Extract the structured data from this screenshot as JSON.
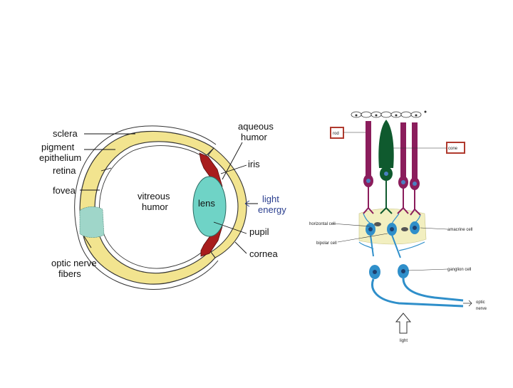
{
  "eye_diagram": {
    "labels": {
      "sclera": "sclera",
      "pigment": "pigment",
      "epithelium": "epithelium",
      "retina": "retina",
      "fovea": "fovea",
      "optic_nerve": "optic nerve",
      "fibers": "fibers",
      "vitreous": "vitreous",
      "humor": "humor",
      "lens": "lens",
      "aqueous": "aqueous",
      "aqueous_humor": "humor",
      "iris": "iris",
      "light": "light",
      "energy": "energy",
      "pupil": "pupil",
      "cornea": "cornea"
    },
    "colors": {
      "sclera": "#f2e48f",
      "sclera_outline": "#333333",
      "lens": "#6fd3c6",
      "iris": "#a81d1d",
      "optic_nerve": "#9fd6c9",
      "light_label": "#2b3f8f"
    }
  },
  "retina_diagram": {
    "labels": {
      "rod": "rod",
      "cone": "cone",
      "horizontal_cell": "horizontal cell",
      "amacrine_cell": "amacrine cell",
      "bipolar_cell": "bipolar cell",
      "ganglion_cell": "ganglion cell",
      "optic_nerve_line1": "optic",
      "optic_nerve_line2": "nerve",
      "light": "light"
    },
    "colors": {
      "rod": "#8b1d5c",
      "cone": "#0f5a2e",
      "cell_body": "#4a7fc0",
      "neuron": "#2f8fca",
      "horizontal_layer": "#f2efc0",
      "label_box": "#b03a2e"
    }
  }
}
